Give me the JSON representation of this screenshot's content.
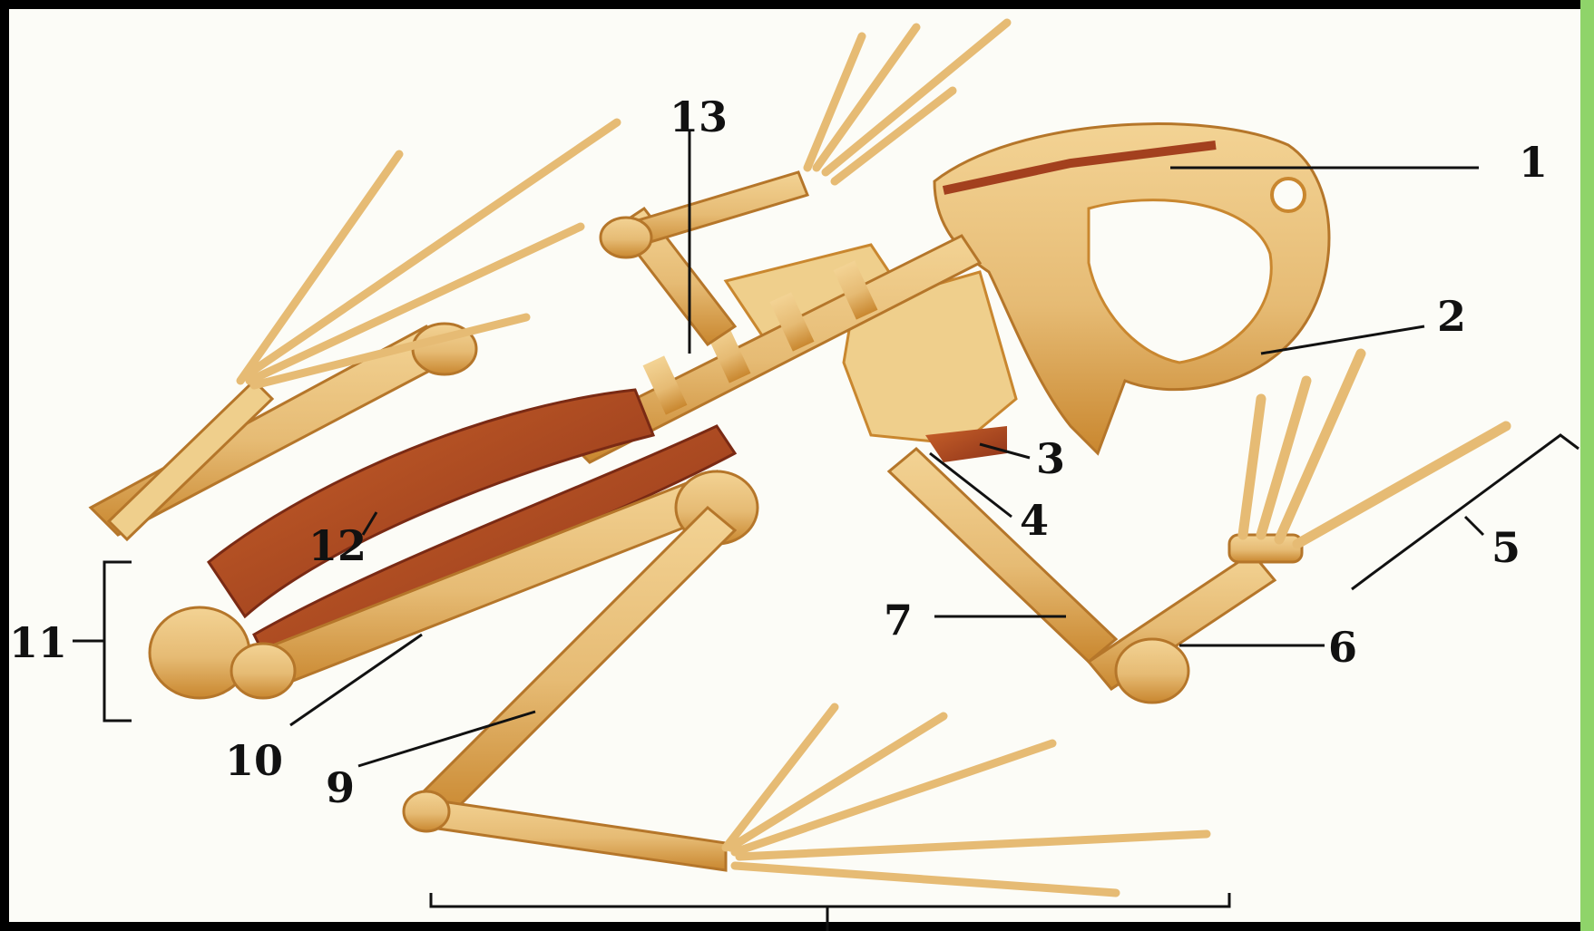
{
  "figure": {
    "subject": "frog skeleton",
    "colors": {
      "frame": "#000000",
      "background": "#fcfcf7",
      "bone": "#e6bb74",
      "bone_shade": "#c9872f",
      "cartilage_dark": "#a3401e",
      "label": "#111111",
      "edge_accent": "#8fd46a"
    }
  },
  "labels": [
    {
      "id": "1",
      "text": "1"
    },
    {
      "id": "2",
      "text": "2"
    },
    {
      "id": "3",
      "text": "3"
    },
    {
      "id": "4",
      "text": "4"
    },
    {
      "id": "5",
      "text": "5"
    },
    {
      "id": "6",
      "text": "6"
    },
    {
      "id": "7",
      "text": "7"
    },
    {
      "id": "9",
      "text": "9"
    },
    {
      "id": "10",
      "text": "10"
    },
    {
      "id": "11",
      "text": "11"
    },
    {
      "id": "12",
      "text": "12"
    },
    {
      "id": "13",
      "text": "13"
    }
  ]
}
